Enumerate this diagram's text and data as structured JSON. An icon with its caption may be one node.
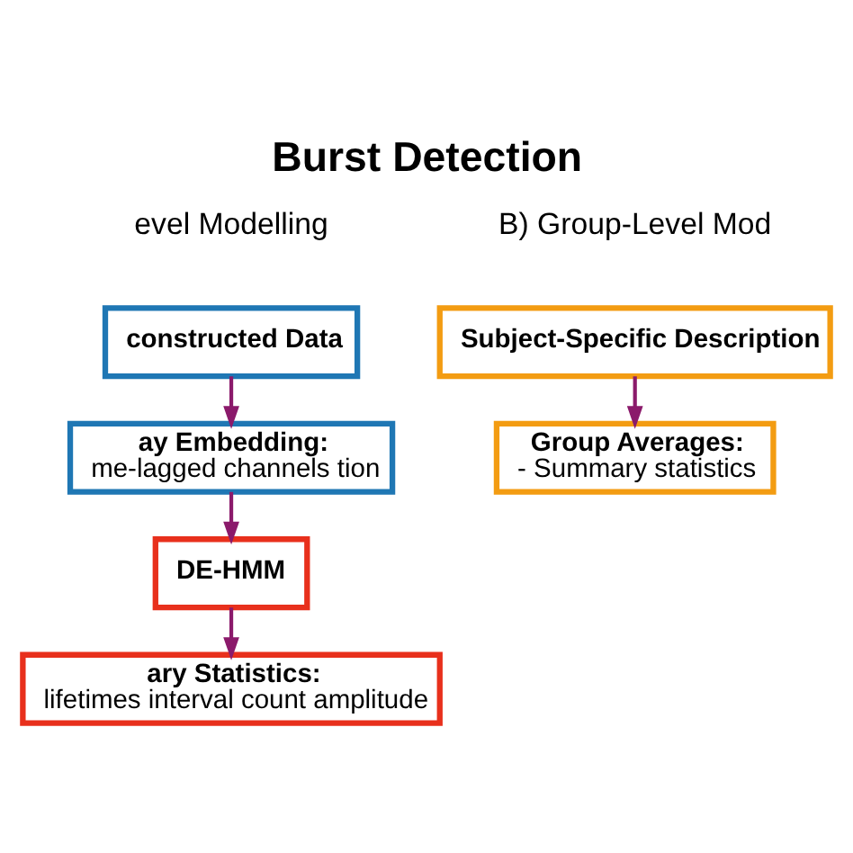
{
  "diagram": {
    "title": "Burst Detection",
    "nodes": [
      {
        "text": [
          "constructed Data"
        ]
      },
      {
        "text": [
          "ay Embedding:",
          "me-lagged channels tion"
        ]
      },
      {
        "text": [
          "DE-HMM"
        ]
      },
      {
        "text": [
          "ary Statistics:",
          "lifetimes interval count amplitude"
        ]
      },
      {
        "text": [
          "Subject-Specific Description"
        ]
      },
      {
        "text": [
          "Group Averages:",
          "- Summary statistics"
        ]
      }
    ],
    "edges": [
      {
        "from": 0,
        "to": 1,
        "arrow": "to"
      },
      {
        "from": 1,
        "to": 2,
        "arrow": "to"
      },
      {
        "from": 2,
        "to": 3,
        "arrow": "to"
      },
      {
        "from": 4,
        "to": 5,
        "arrow": "to"
      }
    ],
    "labels": [
      "evel Modelling",
      "B) Group-Level Mod"
    ]
  }
}
